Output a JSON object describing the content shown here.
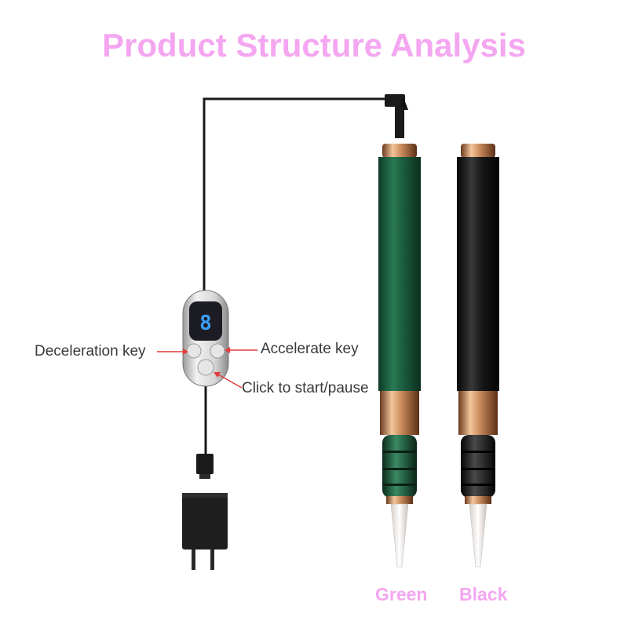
{
  "title": "Product Structure Analysis",
  "controller": {
    "display_digit": "8",
    "deceleration_label": "Deceleration key",
    "accelerate_label": "Accelerate key",
    "start_pause_label": "Click to start/pause"
  },
  "pens": [
    {
      "label": "Green",
      "body_color": "#1d5c3e"
    },
    {
      "label": "Black",
      "body_color": "#141414"
    }
  ],
  "colors": {
    "title_pink": "#f4a6f0",
    "arrow_red": "#e23c3c",
    "copper": "#c58a5a"
  }
}
